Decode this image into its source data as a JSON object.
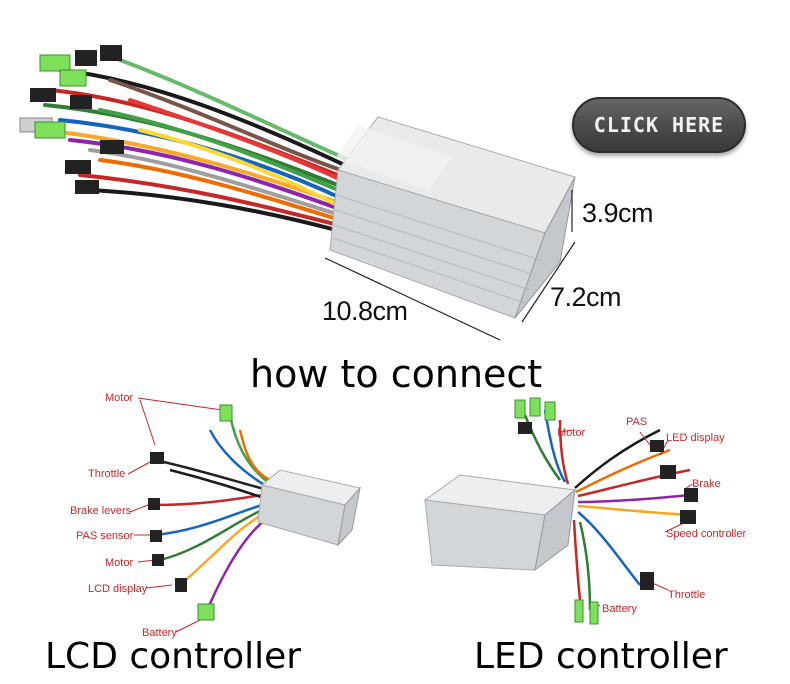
{
  "top_product": {
    "dimensions": {
      "height": "3.9cm",
      "width": "7.2cm",
      "length": "10.8cm"
    },
    "cta_label": "CLICK HERE"
  },
  "section_title": "how to connect",
  "lcd_diagram": {
    "caption": "LCD controller",
    "labels": [
      "Motor",
      "Throttle",
      "Brake levers",
      "PAS sensor",
      "Motor",
      "LCD display",
      "Battery"
    ]
  },
  "led_diagram": {
    "caption": "LED controller",
    "labels": [
      "Motor",
      "PAS",
      "LED display",
      "Brake",
      "Speed controller",
      "Throttle",
      "Battery"
    ]
  },
  "colors": {
    "label_red": "#c8282a",
    "case_silver": "#d9dbdd",
    "connector_green": "#7ee05a",
    "button_gray": "#4a4a4a"
  }
}
